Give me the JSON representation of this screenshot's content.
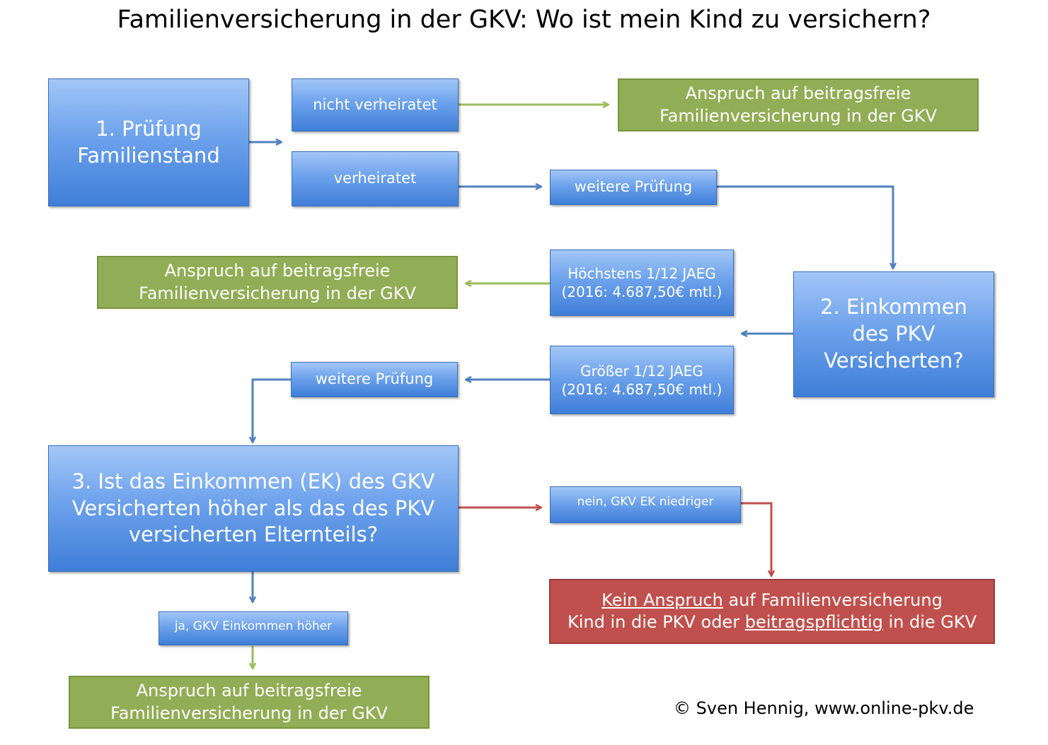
{
  "title": "Familienversicherung in der GKV: Wo ist mein Kind zu versichern?",
  "colors": {
    "blue": "#4f81bd",
    "green": "#9bbb59",
    "red": "#c0504d"
  },
  "step1": {
    "line1": "1. Prüfung",
    "line2": "Familienstand"
  },
  "nicht_verheiratet": "nicht verheiratet",
  "verheiratet": "verheiratet",
  "weitere_pruefung_1": "weitere Prüfung",
  "step2": {
    "line1": "2. Einkommen",
    "line2": "des PKV",
    "line3": "Versicherten?"
  },
  "hoechstens": {
    "line1": "Höchstens 1/12 JAEG",
    "line2": "(2016: 4.687,50€ mtl.)"
  },
  "groesser": {
    "line1": "Größer 1/12 JAEG",
    "line2": "(2016: 4.687,50€ mtl.)"
  },
  "weitere_pruefung_2": "weitere Prüfung",
  "step3": {
    "line1": "3. Ist das Einkommen (EK) des GKV",
    "line2": "Versicherten höher als das des PKV",
    "line3": "versicherten Elternteils?"
  },
  "nein": "nein, GKV EK niedriger",
  "ja": "ja, GKV Einkommen höher",
  "anspruch": {
    "line1": "Anspruch auf beitragsfreie",
    "line2": "Familienversicherung in der GKV"
  },
  "kein_anspruch": {
    "underlined": "Kein Anspruch",
    "rest1": " auf Familienversicherung",
    "line2_a": "Kind in die PKV oder ",
    "line2_u": "beitragspflichtig",
    "line2_b": " in die GKV"
  },
  "footer": "© Sven Hennig, www.online-pkv.de"
}
